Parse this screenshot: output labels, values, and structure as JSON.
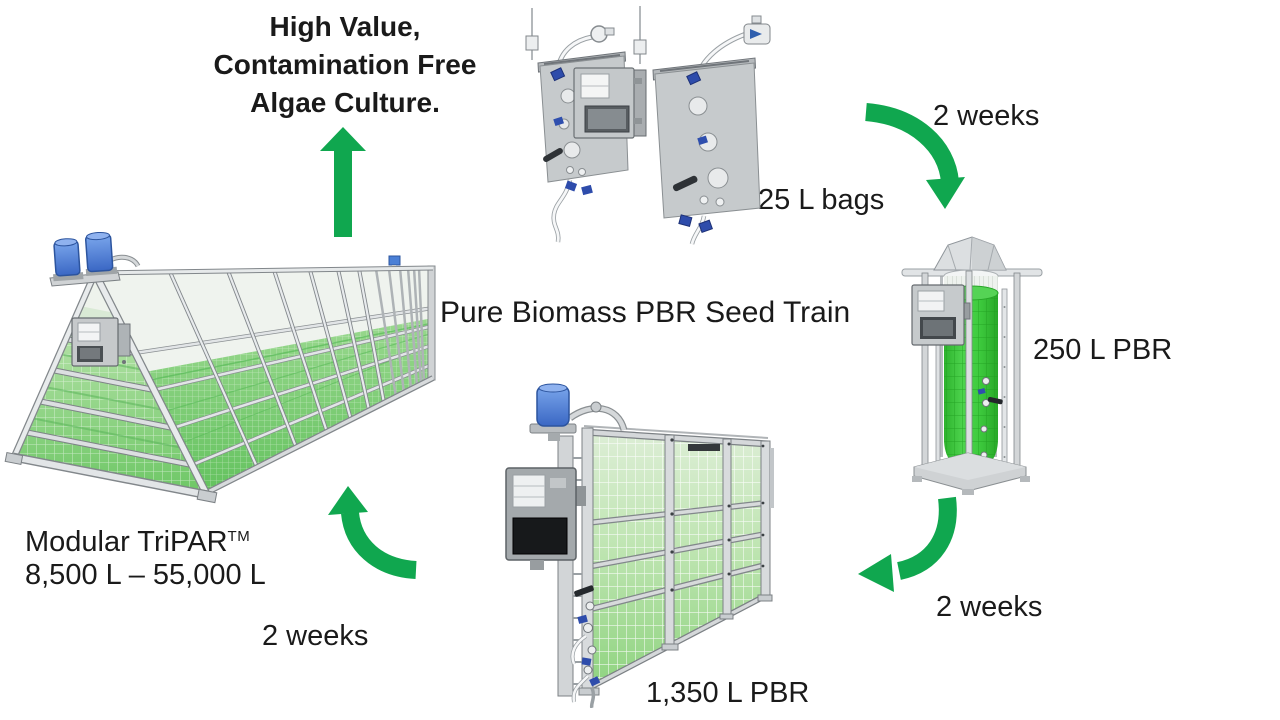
{
  "colors": {
    "arrow_green": "#10a74f",
    "culture_green_bright": "#3ecb3e",
    "culture_green_soft": "#7cc97c",
    "panel_green_pale": "#bfe5b2",
    "frame_gray": "#c9cdd0",
    "beacon_blue": "#4b86e0",
    "text": "#1a1a1a",
    "background": "#ffffff"
  },
  "headline": {
    "line1": "High Value,",
    "line2": "Contamination Free",
    "line3": "Algae Culture."
  },
  "seed_train_title": "Pure Biomass PBR Seed Train",
  "stages": {
    "bags_25l": {
      "label": "25 L bags"
    },
    "pbr_250l": {
      "label": "250 L PBR"
    },
    "pbr_1350l": {
      "label": "1,350 L PBR"
    },
    "tripar": {
      "name": "Modular TriPAR",
      "trademark": "TM",
      "volume_range": "8,500 L – 55,000 L"
    }
  },
  "transitions": {
    "bags_to_pbr250": "2 weeks",
    "pbr250_to_pbr1350": "2 weeks",
    "pbr1350_to_tripar": "2 weeks"
  },
  "icons": {
    "up_arrow": "straight-green-up-arrow",
    "curved_arrows": "green-curved-flow-arrows"
  }
}
